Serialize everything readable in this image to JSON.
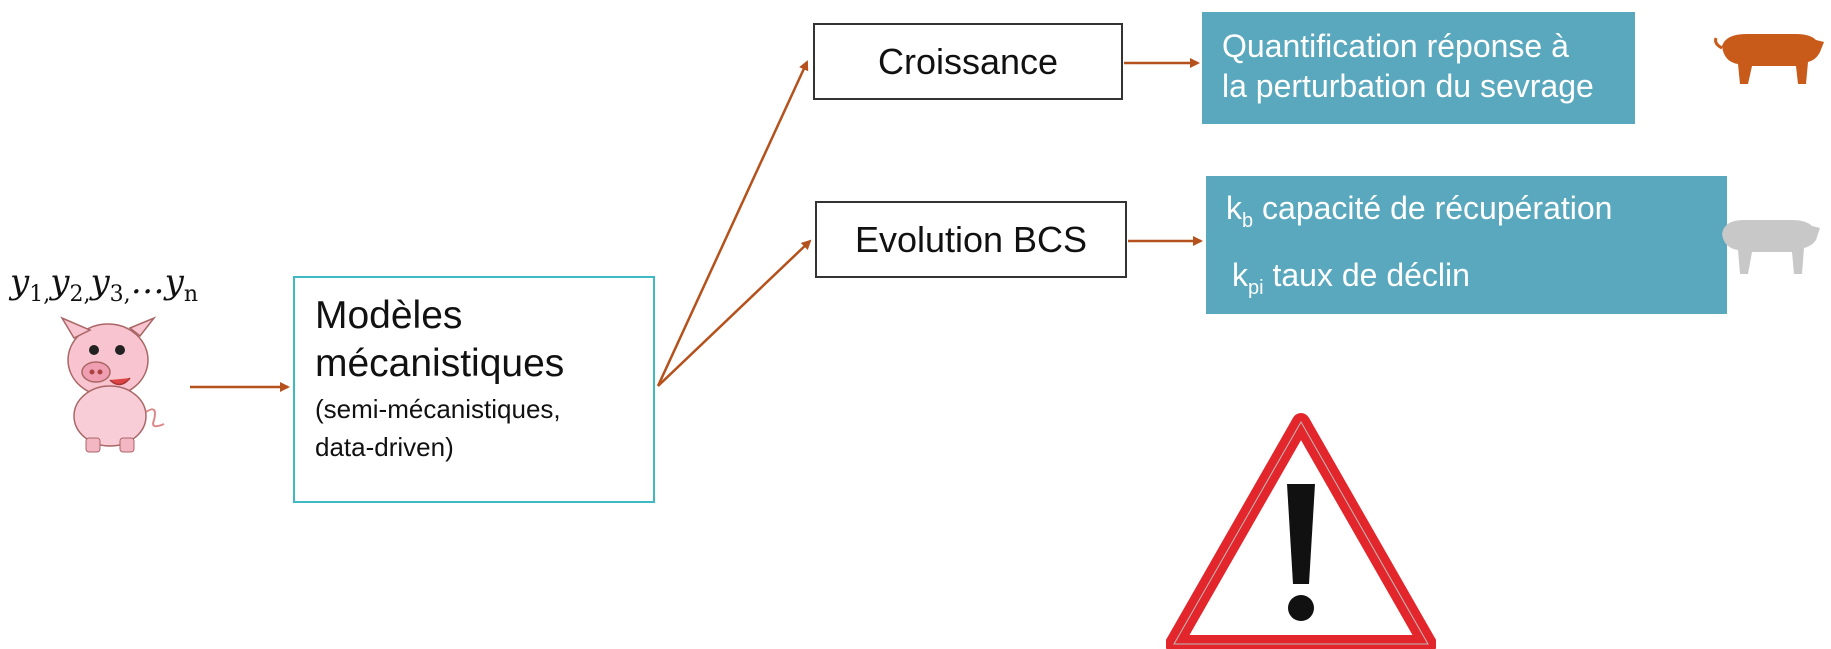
{
  "sequence": {
    "terms": [
      {
        "sym": "y",
        "sub": "1",
        "sep": ","
      },
      {
        "sym": "y",
        "sub": "2",
        "sep": ","
      },
      {
        "sym": "y",
        "sub": "3",
        "sep": ","
      },
      {
        "sym": "…y",
        "sub": "n",
        "sep": ""
      }
    ]
  },
  "models_box": {
    "title_line1": "Modèles",
    "title_line2": "mécanistiques",
    "note_line1": "(semi-mécanistiques,",
    "note_line2": "data-driven)"
  },
  "outputs": {
    "croissance": "Croissance",
    "evolution_bcs": "Evolution BCS"
  },
  "results": {
    "growth_line1": "Quantification réponse à",
    "growth_line2": "la perturbation du sevrage",
    "kb_symbol": "k",
    "kb_sub": "b",
    "kb_text": " capacité de récupération",
    "kpi_symbol": "k",
    "kpi_sub": "pi",
    "kpi_text": " taux de déclin"
  },
  "colors": {
    "arrow": "#b5511c",
    "teal": "#5aa8bd",
    "box_border_teal": "#3fb9c4",
    "pig_orange": "#c85a1a",
    "sow_grey": "#c8c8c8",
    "warning_red": "#e3262b"
  },
  "icons": {
    "piglet": "cartoon-piglet-icon",
    "pig": "pig-silhouette-icon",
    "sow": "sow-silhouette-icon",
    "warning": "warning-triangle-icon"
  }
}
